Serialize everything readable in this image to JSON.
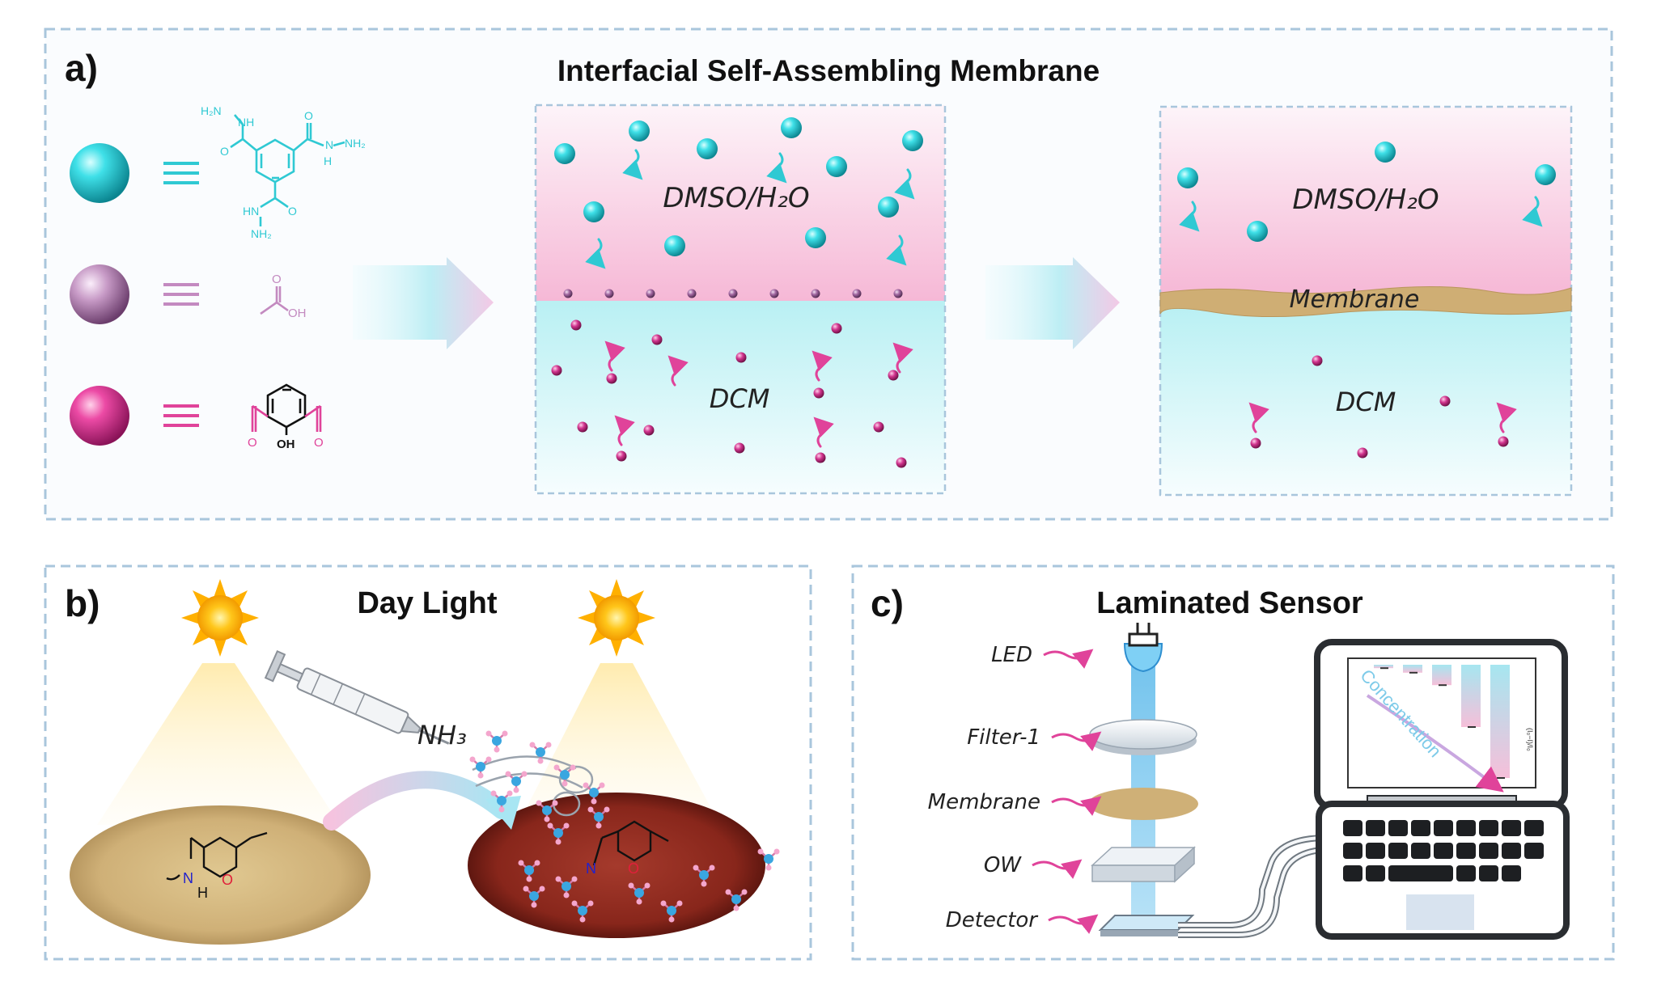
{
  "panel_a": {
    "tag": "a)",
    "title": "Interfacial Self-Assembling Membrane",
    "legend": [
      {
        "name": "cyan-sphere",
        "color": "#2fc9d3",
        "molecule": "trihydrazide",
        "labels": [
          "H₂N",
          "NH",
          "O",
          "O",
          "N",
          "H",
          "NH₂",
          "HN",
          "NH₂",
          "O"
        ]
      },
      {
        "name": "purple-sphere",
        "color": "#c38ac0",
        "molecule": "acetic-acid",
        "labels": [
          "O",
          "OH"
        ]
      },
      {
        "name": "magenta-sphere",
        "color": "#e0439a",
        "molecule": "hydroxy-dialdehyde",
        "labels": [
          "O",
          "OH",
          "O"
        ]
      }
    ],
    "stage1": {
      "top_phase": "DMSO/H₂O",
      "bottom_phase": "DCM"
    },
    "stage2": {
      "top_phase": "DMSO/H₂O",
      "interface": "Membrane",
      "bottom_phase": "DCM"
    }
  },
  "panel_b": {
    "tag": "b)",
    "title": "Day Light",
    "reagent": "NH₃",
    "left_labels": [
      "N",
      "H",
      "O"
    ],
    "right_labels": [
      "N",
      "O"
    ]
  },
  "panel_c": {
    "tag": "c)",
    "title": "Laminated Sensor",
    "components": [
      "LED",
      "Filter-1",
      "Membrane",
      "OW",
      "Detector"
    ],
    "screen_label": "Concentration",
    "screen_axis": "(I₀−I)/I₀",
    "screen_bars": [
      0.03,
      0.07,
      0.18,
      0.55,
      1.0
    ]
  },
  "colors": {
    "frame": "#a9c6dc",
    "cyan": "#2fc9d3",
    "purple": "#c38ac0",
    "magenta": "#e0439a",
    "membrane": "#c9a96e",
    "red_membrane": "#8f2a20",
    "pink_phase": "#f5c6dc",
    "cyan_phase": "#c4f1f4"
  }
}
